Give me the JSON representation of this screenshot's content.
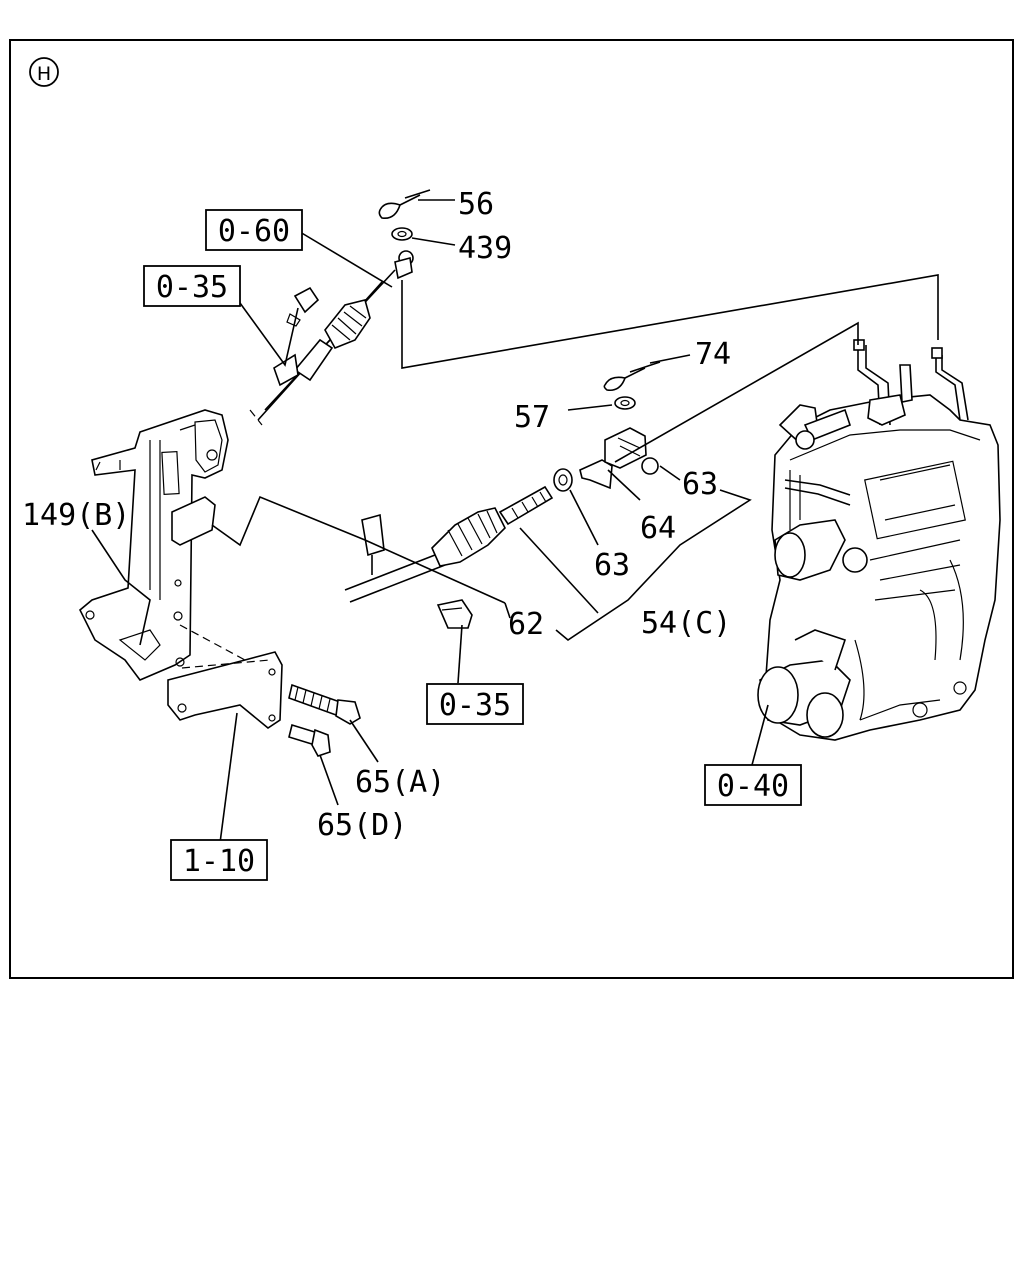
{
  "view_marker": "H",
  "labels": {
    "l56": "56",
    "l439": "439",
    "l74": "74",
    "l57": "57",
    "l63a": "63",
    "l64": "64",
    "l63b": "63",
    "l62": "62",
    "l54c": "54(C)",
    "l149b": "149(B)",
    "l65a": "65(A)",
    "l65d": "65(D)"
  },
  "ref_boxes": {
    "b060": "0-60",
    "b035a": "0-35",
    "b035b": "0-35",
    "b040": "0-40",
    "b110": "1-10"
  }
}
